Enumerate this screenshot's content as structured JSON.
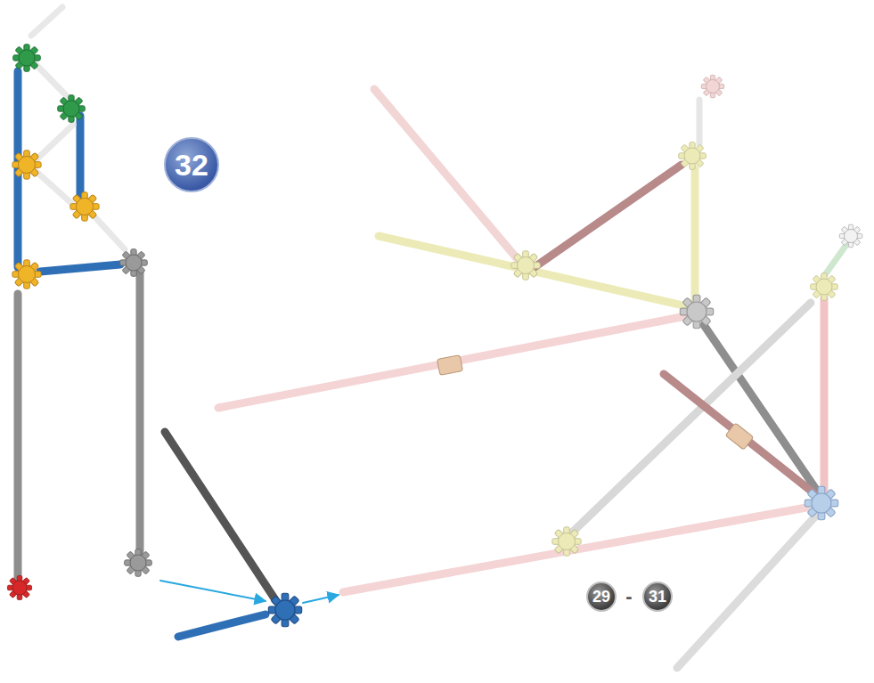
{
  "diagram": {
    "nodes": [
      {
        "text": [
          "32"
        ]
      },
      {
        "text": [
          "29"
        ]
      },
      {
        "text": [
          "31"
        ]
      }
    ],
    "labels": [
      "-"
    ]
  }
}
